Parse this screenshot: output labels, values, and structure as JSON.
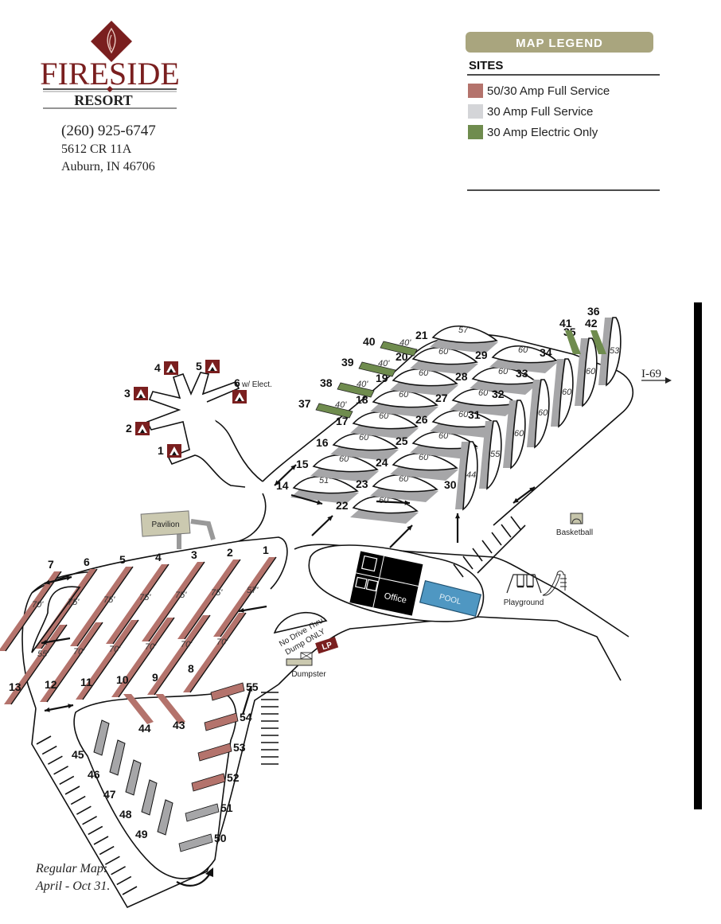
{
  "header": {
    "logo_name": "FIRESIDE",
    "logo_sub": "RESORT",
    "phone": "(260) 925-6747",
    "address_line1": "5612 CR 11A",
    "address_line2": "Auburn, IN 46706"
  },
  "legend": {
    "title": "MAP LEGEND",
    "section": "SITES",
    "items": [
      {
        "label": "50/30 Amp Full Service",
        "color": "#b4736c"
      },
      {
        "label": "30 Amp Full Service",
        "color": "#d4d5d8"
      },
      {
        "label": "30 Amp Electric Only",
        "color": "#6f8c4e"
      }
    ],
    "header_color": "#a9a57e"
  },
  "map": {
    "highway_label": "I-69",
    "footnote_line1": "Regular Map:",
    "footnote_line2": "April - Oct 31.",
    "amenities": {
      "pavilion": "Pavilion",
      "office": "Office",
      "pool": "POOL",
      "basketball": "Basketball",
      "playground": "Playground",
      "dumpster": "Dumpster",
      "lp": "LP",
      "dump_line1": "No Drive Thru",
      "dump_line2": "Dump ONLY"
    },
    "tent_sites": [
      {
        "num": "1"
      },
      {
        "num": "2"
      },
      {
        "num": "3"
      },
      {
        "num": "4"
      },
      {
        "num": "5"
      },
      {
        "num": "6",
        "note": "w/ Elect."
      }
    ],
    "upper_left_row": [
      {
        "num": "1",
        "len": "57'"
      },
      {
        "num": "2",
        "len": "75'"
      },
      {
        "num": "3",
        "len": "75'"
      },
      {
        "num": "4",
        "len": "75'"
      },
      {
        "num": "5",
        "len": "75'"
      },
      {
        "num": "6",
        "len": "75'"
      },
      {
        "num": "7",
        "len": "70'"
      }
    ],
    "lower_left_row": [
      {
        "num": "8",
        "len": "70'"
      },
      {
        "num": "9",
        "len": "70'"
      },
      {
        "num": "10",
        "len": "70'"
      },
      {
        "num": "11",
        "len": "70'"
      },
      {
        "num": "12",
        "len": "70'"
      },
      {
        "num": "13",
        "len": "55'"
      }
    ],
    "col_a": [
      {
        "num": "14",
        "len": "51'"
      },
      {
        "num": "15",
        "len": "60'"
      },
      {
        "num": "16",
        "len": "60'"
      },
      {
        "num": "17",
        "len": "60'"
      },
      {
        "num": "18",
        "len": "60'"
      },
      {
        "num": "19",
        "len": "60'"
      },
      {
        "num": "20",
        "len": "60'"
      },
      {
        "num": "21",
        "len": "57'"
      }
    ],
    "col_b": [
      {
        "num": "22",
        "len": "60'"
      },
      {
        "num": "23",
        "len": "60'"
      },
      {
        "num": "24",
        "len": "60'"
      },
      {
        "num": "25",
        "len": "60'"
      },
      {
        "num": "26",
        "len": "60'"
      },
      {
        "num": "27",
        "len": "60'"
      },
      {
        "num": "28",
        "len": "60'"
      },
      {
        "num": "29",
        "len": "60'"
      }
    ],
    "col_c": [
      {
        "num": "30",
        "len": "44"
      },
      {
        "num": "31",
        "len": "55"
      },
      {
        "num": "32",
        "len": "60"
      },
      {
        "num": "33",
        "len": "60"
      },
      {
        "num": "34",
        "len": "60"
      },
      {
        "num": "35",
        "len": "60'"
      },
      {
        "num": "36",
        "len": "53'"
      }
    ],
    "green_sites": [
      {
        "num": "37",
        "len": "40'"
      },
      {
        "num": "38",
        "len": "40'"
      },
      {
        "num": "39",
        "len": "40'"
      },
      {
        "num": "40",
        "len": "40'"
      }
    ],
    "green_top": [
      {
        "num": "41"
      },
      {
        "num": "42"
      }
    ],
    "bottom_red": [
      {
        "num": "43"
      },
      {
        "num": "44"
      }
    ],
    "bottom_gray_left": [
      {
        "num": "45"
      },
      {
        "num": "46"
      },
      {
        "num": "47"
      },
      {
        "num": "48"
      },
      {
        "num": "49"
      }
    ],
    "bottom_right": [
      {
        "num": "50",
        "type": "gray"
      },
      {
        "num": "51",
        "type": "gray"
      },
      {
        "num": "52",
        "type": "red"
      },
      {
        "num": "53",
        "type": "red"
      },
      {
        "num": "54",
        "type": "red"
      },
      {
        "num": "55",
        "type": "red"
      }
    ]
  }
}
